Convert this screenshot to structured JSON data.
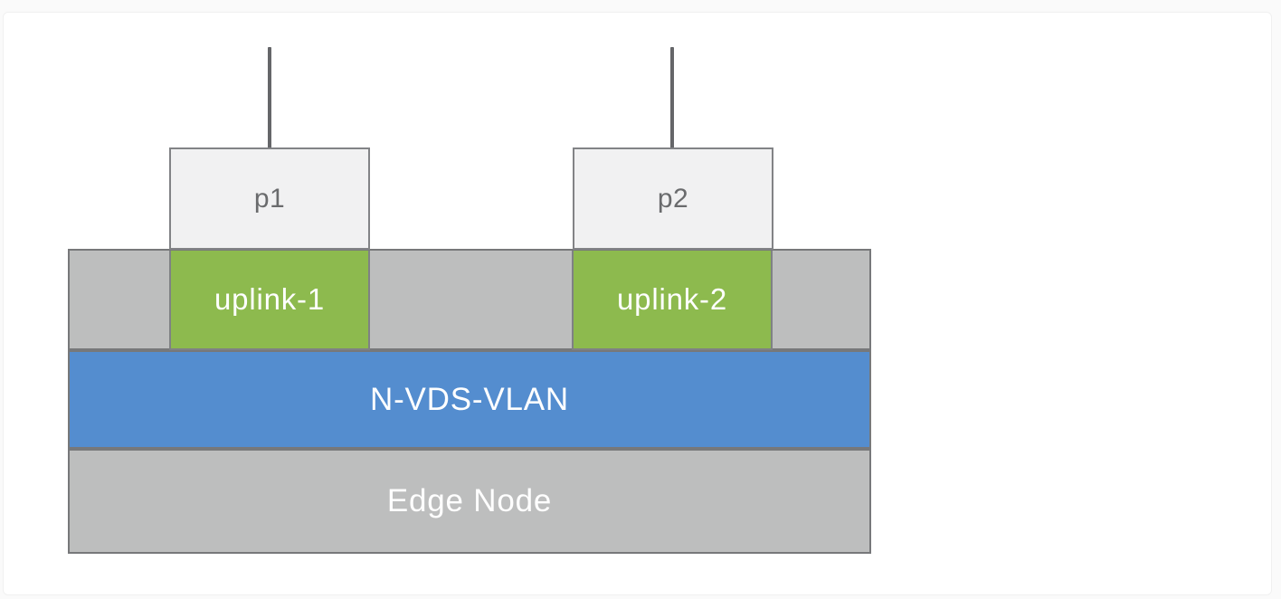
{
  "diagram": {
    "ports": [
      {
        "label": "p1"
      },
      {
        "label": "p2"
      }
    ],
    "uplinks": [
      {
        "label": "uplink-1"
      },
      {
        "label": "uplink-2"
      }
    ],
    "nvds_switch": {
      "label": "N-VDS-VLAN"
    },
    "edge_node": {
      "label": "Edge Node"
    },
    "colors": {
      "page_background": "#fafafa",
      "card_background": "#ffffff",
      "gray_band_fill": "#bdbebe",
      "band_border": "#77787a",
      "blue_fill": "#548dcf",
      "green_fill": "#8dba4e",
      "port_fill": "#f1f1f2",
      "port_text": "#6a6b6d",
      "wire_color": "#656669",
      "label_text": "#ffffff"
    }
  }
}
